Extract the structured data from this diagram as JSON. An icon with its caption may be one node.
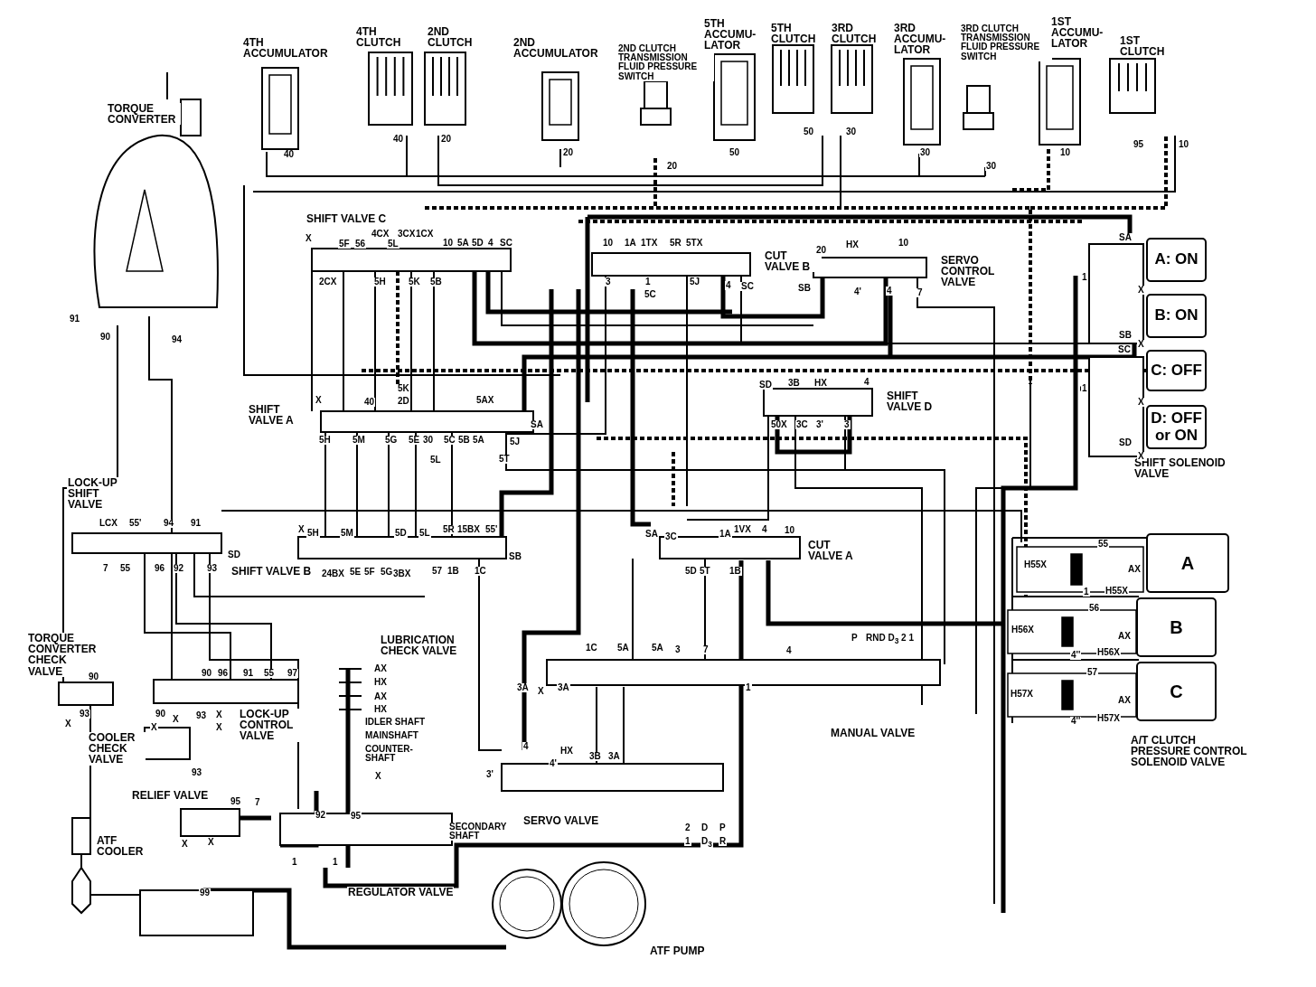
{
  "diagram": {
    "nodes": [
      {
        "text": [
          "A: ON"
        ]
      },
      {
        "text": [
          "B: ON"
        ]
      },
      {
        "text": [
          "C: OFF"
        ]
      },
      {
        "text": [
          "D: OFF or ON"
        ]
      },
      {
        "text": [
          "A"
        ]
      },
      {
        "text": [
          "B"
        ]
      },
      {
        "text": [
          "C"
        ]
      }
    ],
    "labels": [
      "TORQUE CONVERTER",
      "4TH ACCUMULATOR",
      "4TH CLUTCH",
      "2ND CLUTCH",
      "2ND ACCUMULATOR",
      "2ND CLUTCH TRANSMISSION FLUID PRESSURE SWITCH",
      "5TH ACCUMU- LATOR",
      "5TH CLUTCH",
      "3RD CLUTCH",
      "3RD ACCUMU- LATOR",
      "3RD CLUTCH TRANSMISSION FLUID PRESSURE SWITCH",
      "1ST ACCUMU- LATOR",
      "1ST CLUTCH",
      "SHIFT VALVE C",
      "CUT VALVE B",
      "SERVO CONTROL VALVE",
      "SHIFT VALVE A",
      "SHIFT VALVE D",
      "SHIFT SOLENOID VALVE",
      "LOCK-UP SHIFT VALVE",
      "SHIFT VALVE B",
      "CUT VALVE A",
      "TORQUE CONVERTER CHECK VALVE",
      "LUBRICATION CHECK VALVE",
      "COOLER CHECK VALVE",
      "LOCK-UP CONTROL VALVE",
      "MANUAL VALVE",
      "A/T CLUTCH PRESSURE CONTROL SOLENOID VALVE",
      "RELIEF VALVE",
      "ATF COOLER",
      "SECONDARY SHAFT",
      "SERVO VALVE",
      "REGULATOR VALVE",
      "ATF PUMP",
      "IDLER SHAFT",
      "MAINSHAFT",
      "COUNTER- SHAFT",
      "40",
      "40",
      "20",
      "20",
      "20",
      "50",
      "50",
      "30",
      "30",
      "30",
      "10",
      "95",
      "10",
      "X",
      "5F",
      "56",
      "4CX",
      "3CX",
      "1CX",
      "5L",
      "10",
      "5A",
      "5D",
      "4",
      "SC",
      "2CX",
      "5H",
      "5K",
      "5B",
      "10",
      "1A",
      "1TX",
      "5R",
      "5TX",
      "3",
      "1",
      "5C",
      "5J",
      "4",
      "SC",
      "20",
      "HX",
      "SB",
      "4'",
      "10",
      "4",
      "7",
      "SA",
      "SB",
      "SC",
      "SD",
      "X",
      "X",
      "X",
      "X",
      "1",
      "1",
      "X",
      "40",
      "5K",
      "2D",
      "5AX",
      "SA",
      "5H",
      "5M",
      "5G",
      "5E",
      "30",
      "5C",
      "5B",
      "5A",
      "5J",
      "5L",
      "5T",
      "SD",
      "3B",
      "HX",
      "4",
      "50X",
      "3C",
      "3'",
      "3",
      "LCX",
      "55'",
      "94",
      "91",
      "SD",
      "7",
      "55",
      "96",
      "92",
      "93",
      "X",
      "5H",
      "5M",
      "5D",
      "5L",
      "5R",
      "15BX",
      "55'",
      "SB",
      "24BX",
      "5E",
      "5F",
      "5G",
      "3BX",
      "57",
      "1B",
      "1C",
      "SA",
      "3C",
      "1A",
      "1VX",
      "4",
      "10",
      "5D",
      "5T",
      "1B",
      "1C",
      "5A",
      "5A",
      "3",
      "7",
      "4",
      "P",
      "RND D$_{3}$ 2 1",
      "3A",
      "X",
      "3A",
      "1",
      "4",
      "4'",
      "HX",
      "3B",
      "3A",
      "3'",
      "2",
      "D",
      "P",
      "1",
      "D$_{3}$",
      "R",
      "AX",
      "HX",
      "AX",
      "HX",
      "X",
      "90",
      "90",
      "96",
      "91",
      "55",
      "97",
      "93",
      "X",
      "90",
      "X",
      "93",
      "X",
      "X",
      "X",
      "93",
      "91",
      "90",
      "94",
      "95",
      "7",
      "X",
      "X",
      "92",
      "95",
      "1",
      "1",
      "99",
      "55",
      "H55X",
      "AX",
      "1",
      "H55X",
      "56",
      "H56X",
      "AX",
      "4''",
      "H56X",
      "57",
      "H57X",
      "AX",
      "4''",
      "H57X"
    ]
  }
}
